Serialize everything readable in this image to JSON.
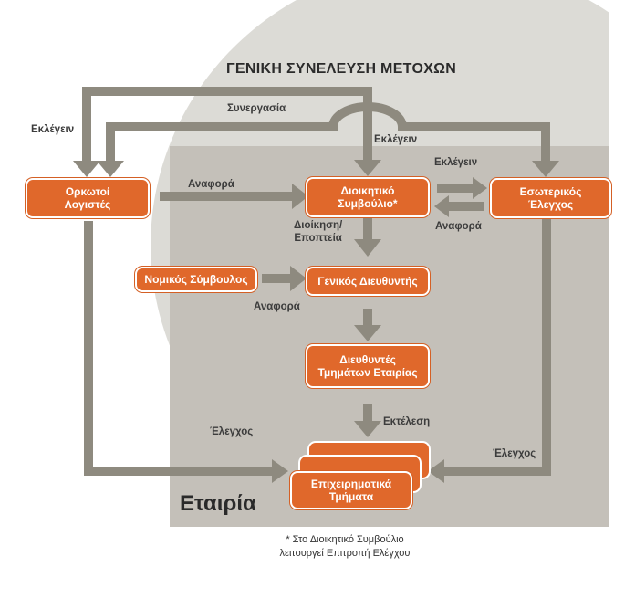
{
  "title": "ΓΕΝΙΚΗ ΣΥΝΕΛΕΥΣΗ ΜΕΤΟΧΩΝ",
  "company_label": "Εταιρία",
  "footnote": "* Στο Διοικητικό Συμβούλιο\nλειτουργεί Επιτροπή Ελέγχου",
  "nodes": {
    "auditors": "Ορκωτοί\nΛογιστές",
    "board": "Διοικητικό\nΣυμβούλιο*",
    "internal_audit": "Εσωτερικός\nΈλεγχος",
    "legal_advisor": "Νομικός Σύμβουλος",
    "general_manager": "Γενικός Διευθυντής",
    "department_directors": "Διευθυντές\nΤμημάτων Εταιρίας",
    "business_units": "Επιχειρηματικά\nΤμήματα"
  },
  "edge_labels": {
    "elect_auditors": "Εκλέγειν",
    "cooperation": "Συνεργασία",
    "elect_board": "Εκλέγειν",
    "elect_internal": "Εκλέγειν",
    "report_auditors": "Αναφορά",
    "report_internal": "Αναφορά",
    "management": "Διοίκηση/\nΕποπτεία",
    "report_legal": "Αναφορά",
    "execution": "Εκτέλεση",
    "control_left": "Έλεγχος",
    "control_right": "Έλεγχος"
  },
  "colors": {
    "circle": "#dcdbd6",
    "company_area": "#c4c0b9",
    "arrow": "#8e8a7f",
    "box": "#e0682b"
  }
}
